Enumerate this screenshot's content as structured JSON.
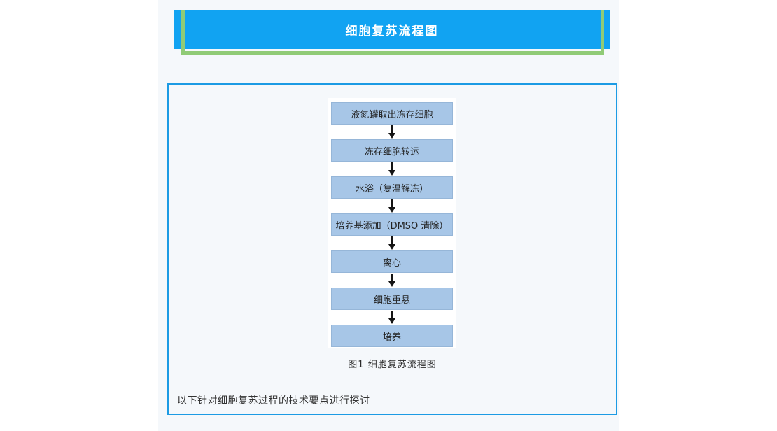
{
  "page": {
    "background_color": "#ffffff",
    "panel_background_color": "#f5f8fb"
  },
  "banner": {
    "title": "细胞复苏流程图",
    "background_color": "#11a3f2",
    "accent_border_color": "#90cb76",
    "title_color": "#ffffff"
  },
  "content_box": {
    "border_color": "#1c9be4"
  },
  "flowchart": {
    "type": "flow-diagram",
    "direction": "top-to-bottom",
    "box_fill_color": "#a7c6e7",
    "arrow_color": "#141414",
    "steps": [
      "液氮罐取出冻存细胞",
      "冻存细胞转运",
      "水浴（复温解冻）",
      "培养基添加（DMSO 清除）",
      "离心",
      "细胞重悬",
      "培养"
    ],
    "caption": "图1 细胞复苏流程图"
  },
  "article": {
    "closing_paragraph": "以下针对细胞复苏过程的技术要点进行探讨"
  }
}
